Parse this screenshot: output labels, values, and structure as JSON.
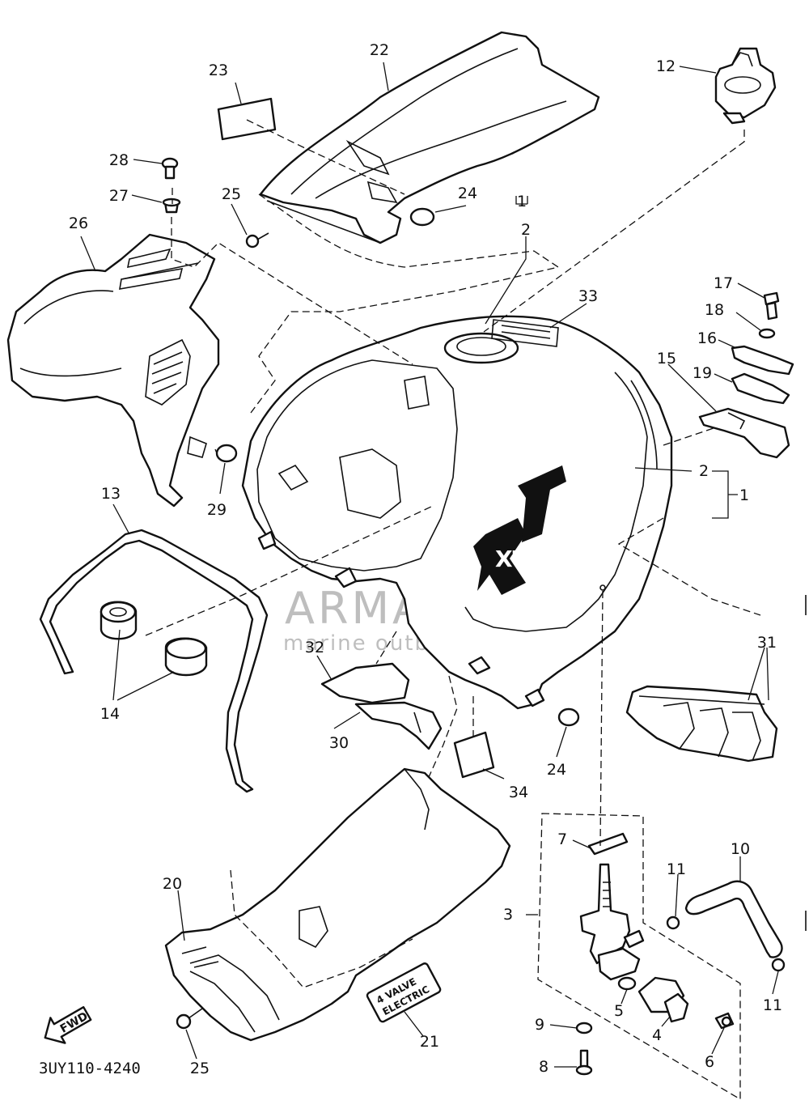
{
  "diagram": {
    "drawing_code": "3UY110-4240",
    "fwd_label": "FWD",
    "decal_text": [
      "4 VALVE",
      "ELECTRIC"
    ],
    "tank_logo": "XT",
    "watermark": {
      "title": "ARMADA",
      "subtitle": "marine outboards"
    },
    "callouts": {
      "c1a": "1",
      "c2a": "2",
      "c1b": "1",
      "c2b": "2",
      "c3": "3",
      "c4": "4",
      "c5": "5",
      "c6": "6",
      "c7": "7",
      "c8": "8",
      "c9": "9",
      "c10": "10",
      "c11a": "11",
      "c11b": "11",
      "c12": "12",
      "c13": "13",
      "c14": "14",
      "c15": "15",
      "c16": "16",
      "c17": "17",
      "c18": "18",
      "c19": "19",
      "c20": "20",
      "c21": "21",
      "c22": "22",
      "c23": "23",
      "c24a": "24",
      "c24b": "24",
      "c25a": "25",
      "c25b": "25",
      "c26": "26",
      "c27": "27",
      "c28": "28",
      "c29": "29",
      "c30": "30",
      "c31": "31",
      "c32": "32",
      "c33": "33",
      "c34": "34"
    }
  }
}
